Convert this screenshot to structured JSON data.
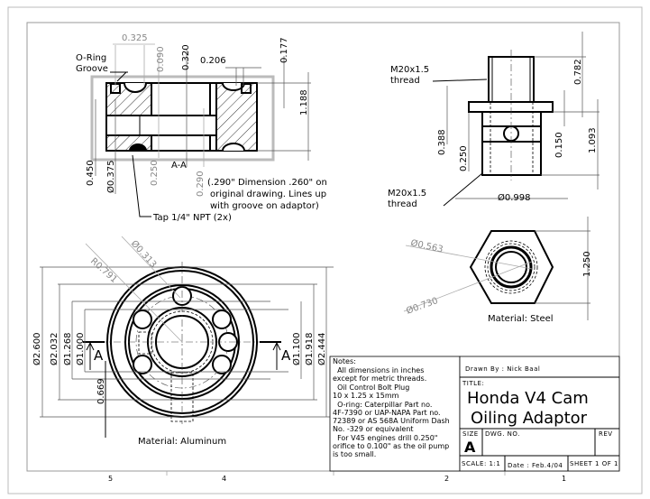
{
  "section_view": {
    "label": "A-A",
    "oring_label_1": "O-Ring",
    "oring_label_2": "Groove",
    "dims": {
      "d0325": "0.325",
      "d0090": "0.090",
      "d0320": "0.320",
      "d0206": "0.206",
      "d0177": "0.177",
      "d1188": "1.188",
      "d0450": "0.450",
      "d0375": "Ø0.375",
      "d0250": "0.250",
      "d0290": "0.290"
    },
    "note_lines": [
      ".290\" Dimension .260\" on",
      "original drawing. Lines up",
      "with groove on adaptor)"
    ],
    "note_open": "(",
    "tap_label": "Tap 1/4\" NPT (2x)"
  },
  "fitting_view": {
    "thread_top_1": "M20x1.5",
    "thread_top_2": "thread",
    "thread_bottom_1": "M20x1.5",
    "thread_bottom_2": "thread",
    "dims": {
      "d0782": "0.782",
      "d0388": "0.388",
      "d0250": "0.250",
      "d0150": "0.150",
      "d1093": "1.093",
      "d0998": "Ø0.998",
      "d0563": "Ø0.563",
      "d0730": "Ø0.730",
      "d1250": "1.250"
    },
    "material": "Material: Steel"
  },
  "plan_view": {
    "dims": {
      "r0791": "R0.791",
      "d0313": "Ø0.313",
      "d2600": "Ø2.600",
      "d2032": "Ø2.032",
      "d1268": "Ø1.268",
      "d1000": "Ø1.000",
      "d1100": "Ø1.100",
      "d1918": "Ø1.918",
      "d2444": "Ø2.444",
      "d0669": "0.669"
    },
    "section_mark_left": "A",
    "section_mark_right": "A",
    "material": "Material: Aluminum"
  },
  "notes": {
    "lines": [
      "Notes:",
      "  All dimensions in inches",
      "except for metric threads.",
      "  Oil Control Bolt Plug",
      "10 x 1.25 x 15mm",
      "  O-ring: Caterpillar Part no.",
      "4F-7390 or UAP-NAPA Part no.",
      "72389 or AS 568A Uniform Dash",
      "No. -329 or equivalent",
      "  For V45 engines drill 0.250\"",
      "orifice to 0.100\" as the oil pump",
      "is too small."
    ]
  },
  "title_block": {
    "drawn_by": "Drawn By : Nick Baal",
    "title_label": "TITLE:",
    "title_line_1": "Honda V4 Cam",
    "title_line_2": "Oiling Adaptor",
    "size_label": "SIZE",
    "size_value": "A",
    "dwg_no_label": "DWG. NO.",
    "rev_label": "REV",
    "scale": "SCALE: 1:1",
    "date": "Date : Feb.4/04",
    "sheet": "SHEET 1 OF 1"
  },
  "zones": [
    "5",
    "4",
    "2",
    "1"
  ]
}
